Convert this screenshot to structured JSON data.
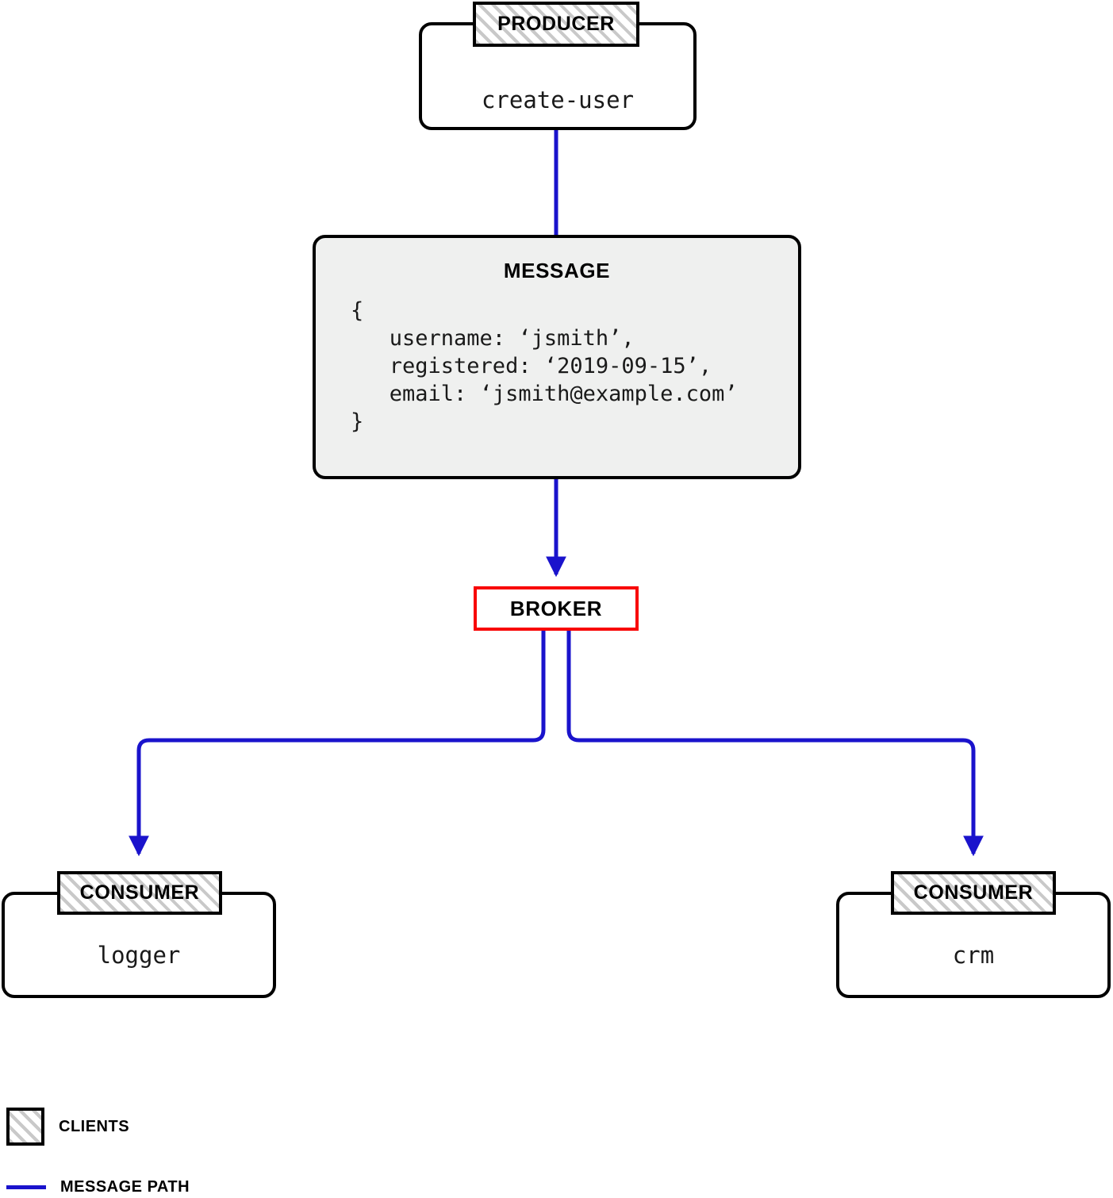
{
  "diagram": {
    "title": "Message broker pub/sub flow",
    "colors": {
      "edge": "#1a13cc",
      "broker_border": "#f80404",
      "node_border": "#000000",
      "message_fill": "#eff0ef",
      "hatch": "#c9c9c9"
    }
  },
  "producer": {
    "header_label": "PRODUCER",
    "body_label": "create-user"
  },
  "message": {
    "title": "MESSAGE",
    "payload": "{\n   username: ‘jsmith’,\n   registered: ‘2019-09-15’,\n   email: ‘jsmith@example.com’\n}",
    "fields": [
      {
        "key": "username",
        "value": "jsmith"
      },
      {
        "key": "registered",
        "value": "2019-09-15"
      },
      {
        "key": "email",
        "value": "jsmith@example.com"
      }
    ]
  },
  "broker": {
    "label": "BROKER"
  },
  "consumers": [
    {
      "header_label": "CONSUMER",
      "body_label": "logger"
    },
    {
      "header_label": "CONSUMER",
      "body_label": "crm"
    }
  ],
  "legend": {
    "items": [
      {
        "swatch": "hatched-square",
        "label": "CLIENTS"
      },
      {
        "swatch": "blue-line",
        "label": "MESSAGE PATH"
      }
    ]
  }
}
